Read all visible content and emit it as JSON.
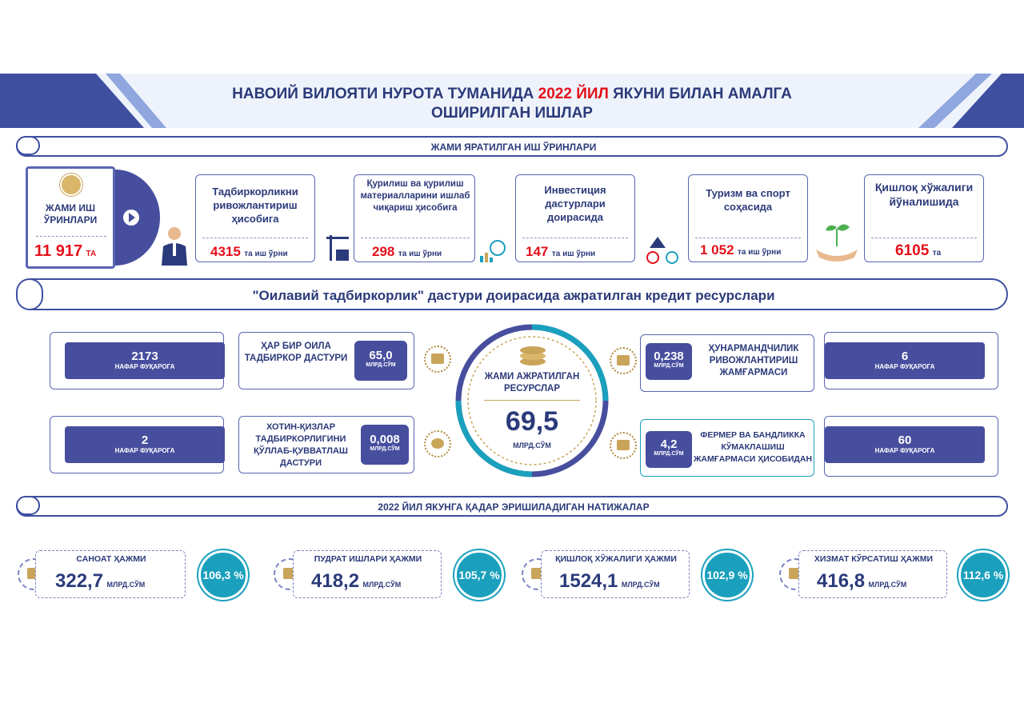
{
  "header": {
    "title_part1": "НАВОИЙ ВИЛОЯТИ НУРОТА ТУМАНИДА ",
    "title_highlight": "2022 ЙИЛ",
    "title_part2": " ЯКУНИ БИЛАН АМАЛГА",
    "title_line2": "ОШИРИЛГАН ИШЛАР"
  },
  "jobs": {
    "section_label": "ЖАМИ ЯРАТИЛГАН ИШ ЎРИНЛАРИ",
    "total_label": "ЖАМИ ИШ ЎРИНЛАРИ",
    "total_value": "11 917",
    "total_unit": "ТА",
    "cards": [
      {
        "title": "Тадбиркорликни ривожлантириш ҳисобига",
        "value": "4315",
        "unit": "та иш ўрни"
      },
      {
        "title": "Қурилиш ва қурилиш материалларини ишлаб чиқариш ҳисобига",
        "value": "298",
        "unit": "та иш ўрни"
      },
      {
        "title": "Инвестиция дастурлари доирасида",
        "value": "147",
        "unit": "та иш ўрни"
      },
      {
        "title": "Туризм ва спорт соҳасида",
        "value": "1 052",
        "unit": "та иш ўрни"
      },
      {
        "title": "Қишлоқ хўжалиги йўналишида",
        "value": "6105",
        "unit": "та"
      }
    ]
  },
  "credit": {
    "section_label": "\"Оилавий тадбиркорлик\" дастури доирасида ажратилган кредит ресурслари",
    "center_label": "ЖАМИ АЖРАТИЛГАН РЕСУРСЛАР",
    "center_value": "69,5",
    "center_unit": "МЛРД.СЎМ",
    "left": [
      {
        "people": "2173",
        "people_unit": "НАФАР ФУҚАРОГА",
        "program": "ҲАР БИР ОИЛА ТАДБИРКОР ДАСТУРИ",
        "amount": "65,0",
        "amount_unit": "МЛРД.СЎМ"
      },
      {
        "people": "2",
        "people_unit": "НАФАР ФУҚАРОГА",
        "program": "ХОТИН-ҚИЗЛАР ТАДБИРКОРЛИГИНИ ҚЎЛЛАБ-ҚУВВАТЛАШ ДАСТУРИ",
        "amount": "0,008",
        "amount_unit": "МЛРД.СЎМ"
      }
    ],
    "right": [
      {
        "people": "6",
        "people_unit": "НАФАР ФУҚАРОГА",
        "program": "ҲУНАРМАНДЧИЛИК РИВОЖЛАНТИРИШ ЖАМҒАРМАСИ",
        "amount": "0,238",
        "amount_unit": "МЛРД.СЎМ"
      },
      {
        "people": "60",
        "people_unit": "НАФАР ФУҚАРОГА",
        "program": "ФЕРМЕР ВА БАНДЛИККА КЎМАКЛАШИШ ЖАМҒАРМАСИ ҲИСОБИДАН",
        "amount": "4,2",
        "amount_unit": "МЛРД.СЎМ"
      }
    ]
  },
  "results": {
    "section_label": "2022 ЙИЛ ЯКУНГА ҚАДАР ЭРИШИЛАДИГАН НАТИЖАЛАР",
    "items": [
      {
        "title": "САНОАТ ҲАЖМИ",
        "value": "322,7",
        "unit": "МЛРД.СЎМ",
        "percent": "106,3 %"
      },
      {
        "title": "ПУДРАТ ИШЛАРИ ҲАЖМИ",
        "value": "418,2",
        "unit": "МЛРД.СЎМ",
        "percent": "105,7 %"
      },
      {
        "title": "ҚИШЛОҚ ХЎЖАЛИГИ ҲАЖМИ",
        "value": "1524,1",
        "unit": "МЛРД.СЎМ",
        "percent": "102,9 %"
      },
      {
        "title": "ХИЗМАТ КЎРСАТИШ ҲАЖМИ",
        "value": "416,8",
        "unit": "МЛРД.СЎМ",
        "percent": "112,6 %"
      }
    ]
  },
  "colors": {
    "navy": "#2b3a7a",
    "accent_red": "#e3101a",
    "pill": "#474e9e",
    "teal": "#1aa0bd",
    "gold": "#c9a55a"
  }
}
